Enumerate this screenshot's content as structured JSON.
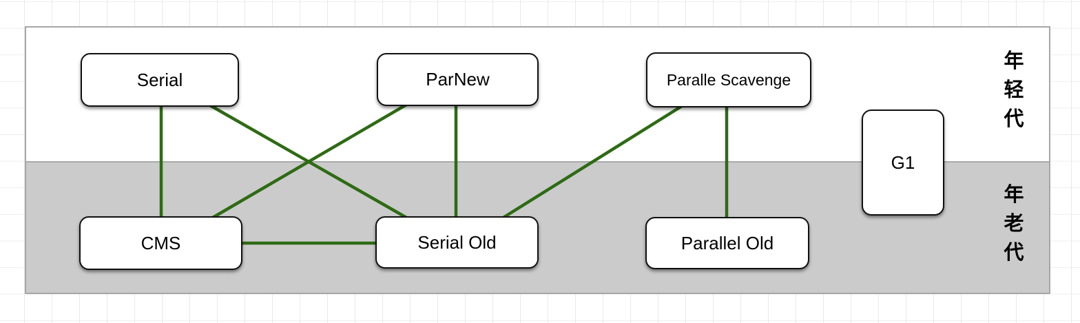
{
  "diagram": {
    "regions": [
      {
        "id": "young",
        "label": "年轻代",
        "bg": "#ffffff"
      },
      {
        "id": "old",
        "label": "年老代",
        "bg": "#cbcbcb"
      }
    ],
    "nodes": [
      {
        "id": "serial",
        "label": "Serial",
        "region": "young"
      },
      {
        "id": "parnew",
        "label": "ParNew",
        "region": "young"
      },
      {
        "id": "parallel-scavenge",
        "label": "Paralle Scavenge",
        "region": "young"
      },
      {
        "id": "g1",
        "label": "G1",
        "region": "both"
      },
      {
        "id": "cms",
        "label": "CMS",
        "region": "old"
      },
      {
        "id": "serial-old",
        "label": "Serial Old",
        "region": "old"
      },
      {
        "id": "parallel-old",
        "label": "Parallel Old",
        "region": "old"
      }
    ],
    "edges": [
      {
        "from": "serial",
        "to": "cms"
      },
      {
        "from": "serial",
        "to": "serial-old"
      },
      {
        "from": "parnew",
        "to": "cms"
      },
      {
        "from": "parnew",
        "to": "serial-old"
      },
      {
        "from": "parallel-scavenge",
        "to": "serial-old"
      },
      {
        "from": "parallel-scavenge",
        "to": "parallel-old"
      },
      {
        "from": "cms",
        "to": "serial-old"
      }
    ],
    "colors": {
      "edge": "#2e6b14",
      "old_band_bg": "#cbcbcb",
      "node_border": "#101010",
      "frame_border": "#a6a6a6"
    }
  }
}
